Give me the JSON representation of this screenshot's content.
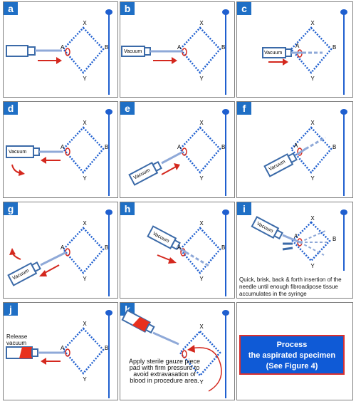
{
  "panels": [
    {
      "label": "a",
      "syringe": "",
      "caption": ""
    },
    {
      "label": "b",
      "syringe": "Vacuum"
    },
    {
      "label": "c",
      "syringe": "Vacuum"
    },
    {
      "label": "d",
      "syringe": "Vacuum"
    },
    {
      "label": "e",
      "syringe": "Vacuum"
    },
    {
      "label": "f",
      "syringe": "Vacuum"
    },
    {
      "label": "g",
      "syringe": "Vacuum"
    },
    {
      "label": "h",
      "syringe": "Vacuum"
    },
    {
      "label": "i",
      "syringe": "Vacuum"
    },
    {
      "label": "j",
      "syringe": ""
    },
    {
      "label": "k",
      "syringe": ""
    }
  ],
  "points": {
    "x": "X",
    "y": "Y",
    "a": "A",
    "b": "B"
  },
  "captions": {
    "i": "Quick, brisk, back & forth insertion of the needle until enough fibroadipose tissue accumulates in the syringe",
    "j": "Release vacuum",
    "k": "Apply sterile gauze piece pad with firm pressure to avoid extravasation of blood in procedure area."
  },
  "process": {
    "line1": "Process",
    "line2": "the aspirated specimen",
    "line3": "(See Figure 4)"
  },
  "colors": {
    "label_bg": "#1f6fc5",
    "diamond": "#1f5fcf",
    "arrow": "#d4281e",
    "syringe": "#3b6aa8",
    "process_bg": "#0f5ad6",
    "process_border": "#d83030"
  }
}
